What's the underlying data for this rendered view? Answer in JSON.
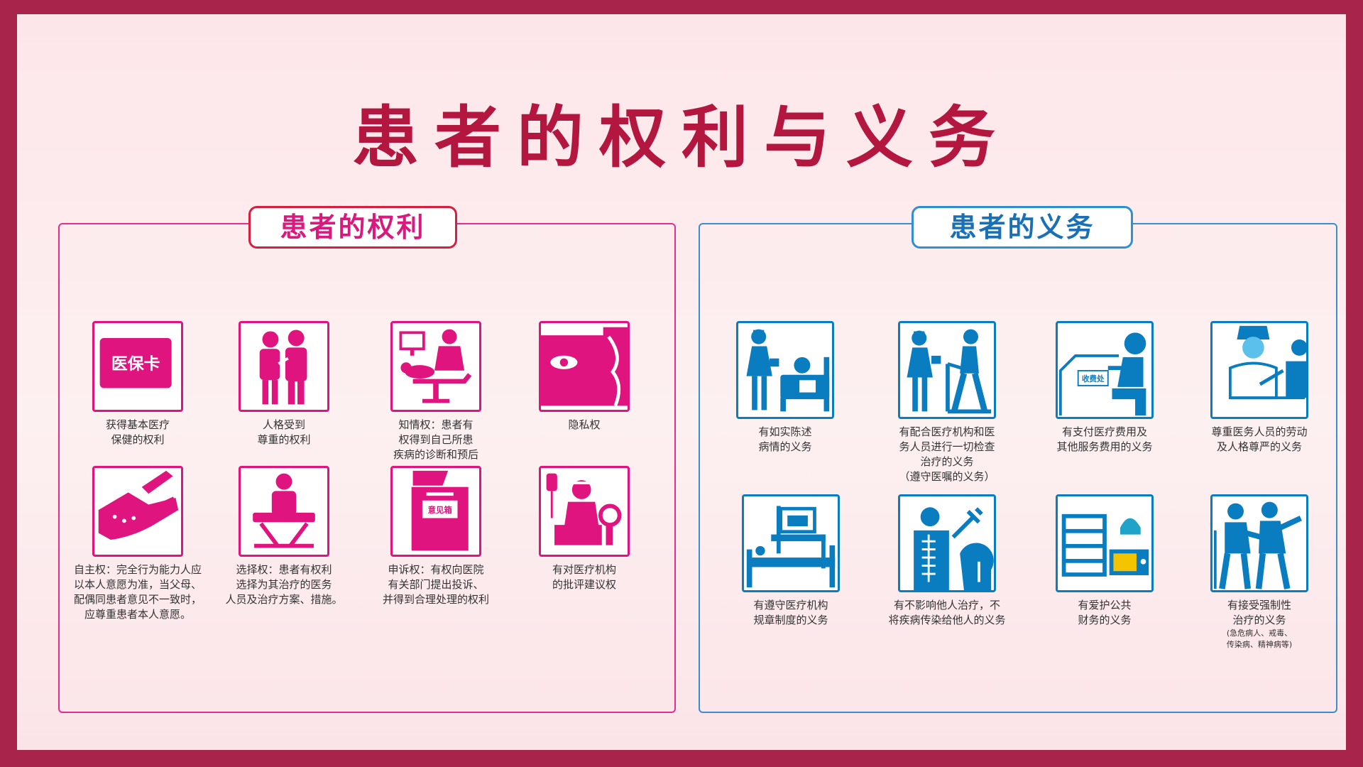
{
  "title": "患者的权利与义务",
  "rights": {
    "title": "患者的权利",
    "items": [
      {
        "icon_text": "医保卡",
        "caption": [
          "获得基本医疗",
          "保健的权利"
        ]
      },
      {
        "caption": [
          "人格受到",
          "尊重的权利"
        ]
      },
      {
        "caption": [
          "知情权：患者有",
          "权得到自己所患",
          "疾病的诊断和预后"
        ]
      },
      {
        "caption": [
          "隐私权"
        ]
      },
      {
        "caption": [
          "自主权：完全行为能力人应",
          "以本人意愿为准，当父母、",
          "配偶同患者意见不一致时，",
          "应尊重患者本人意愿。"
        ]
      },
      {
        "caption": [
          "选择权：患者有权利",
          "选择为其治疗的医务",
          "人员及治疗方案、措施。"
        ]
      },
      {
        "icon_text": "意见箱",
        "caption": [
          "申诉权：有权向医院",
          "有关部门提出投诉、",
          "并得到合理处理的权利"
        ]
      },
      {
        "caption": [
          "有对医疗机构",
          "的批评建议权"
        ]
      }
    ]
  },
  "duties": {
    "title": "患者的义务",
    "items": [
      {
        "caption": [
          "有如实陈述",
          "病情的义务"
        ]
      },
      {
        "caption": [
          "有配合医疗机构和医",
          "务人员进行一切检查",
          "治疗的义务",
          "（遵守医嘱的义务）"
        ]
      },
      {
        "icon_text": "收费处",
        "caption": [
          "有支付医疗费用及",
          "其他服务费用的义务"
        ]
      },
      {
        "caption": [
          "尊重医务人员的劳动",
          "及人格尊严的义务"
        ]
      },
      {
        "caption": [
          "有遵守医疗机构",
          "规章制度的义务"
        ]
      },
      {
        "caption": [
          "有不影响他人治疗，不",
          "将疾病传染给他人的义务"
        ]
      },
      {
        "caption": [
          "有爱护公共",
          "财务的义务"
        ]
      },
      {
        "caption": [
          "有接受强制性",
          "治疗的义务"
        ],
        "note": [
          "(急危病人、戒毒、",
          "传染病、精神病等)"
        ]
      }
    ]
  },
  "colors": {
    "rights": "#e0147f",
    "duties": "#0a7cc0",
    "title": "#b3163f"
  }
}
